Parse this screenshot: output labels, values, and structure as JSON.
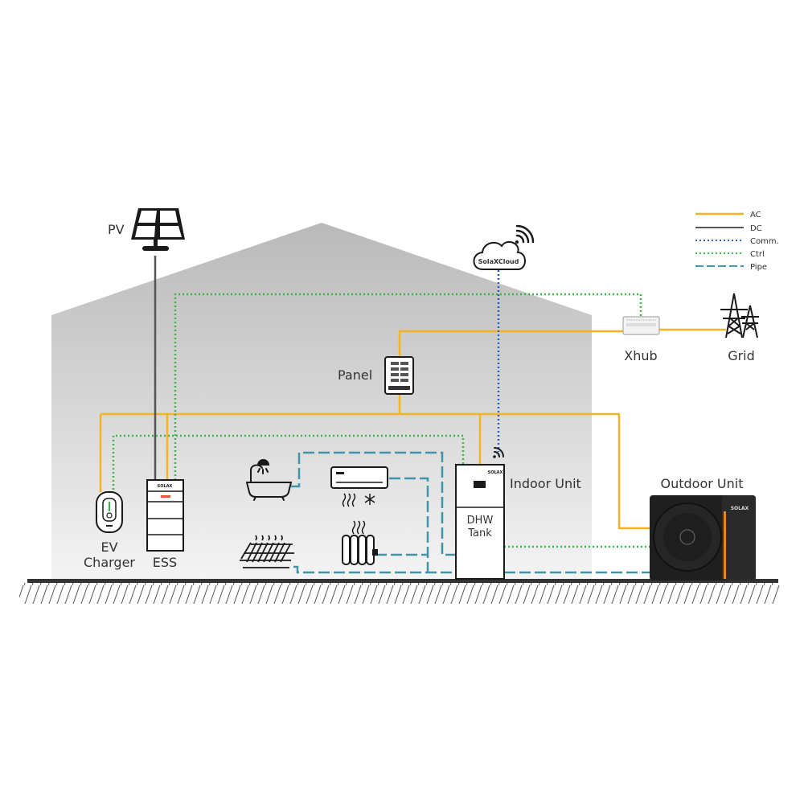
{
  "labels": {
    "pv": "PV",
    "cloud": "SolaXCloud",
    "panel": "Panel",
    "xhub": "Xhub",
    "grid": "Grid",
    "indoor_unit": "Indoor Unit",
    "outdoor_unit": "Outdoor Unit",
    "dhw_line1": "DHW",
    "dhw_line2": "Tank",
    "ev_line1": "EV",
    "ev_line2": "Charger",
    "ess": "ESS",
    "solax_brand": "SOLAX"
  },
  "legend": [
    {
      "label": "AC",
      "color": "#f5b324",
      "style": "solid"
    },
    {
      "label": "DC",
      "color": "#555555",
      "style": "solid"
    },
    {
      "label": "Comm.",
      "color": "#2a5fb5",
      "style": "dotted"
    },
    {
      "label": "Ctrl",
      "color": "#3db54a",
      "style": "dotted"
    },
    {
      "label": "Pipe",
      "color": "#3f96a8",
      "style": "dashed"
    }
  ],
  "colors": {
    "ac": "#f5b324",
    "dc": "#555555",
    "comm": "#2a5fb5",
    "ctrl": "#3db54a",
    "pipe": "#3f96a8",
    "house": "#c6c6c6",
    "outdoor_accent": "#e08a20"
  }
}
